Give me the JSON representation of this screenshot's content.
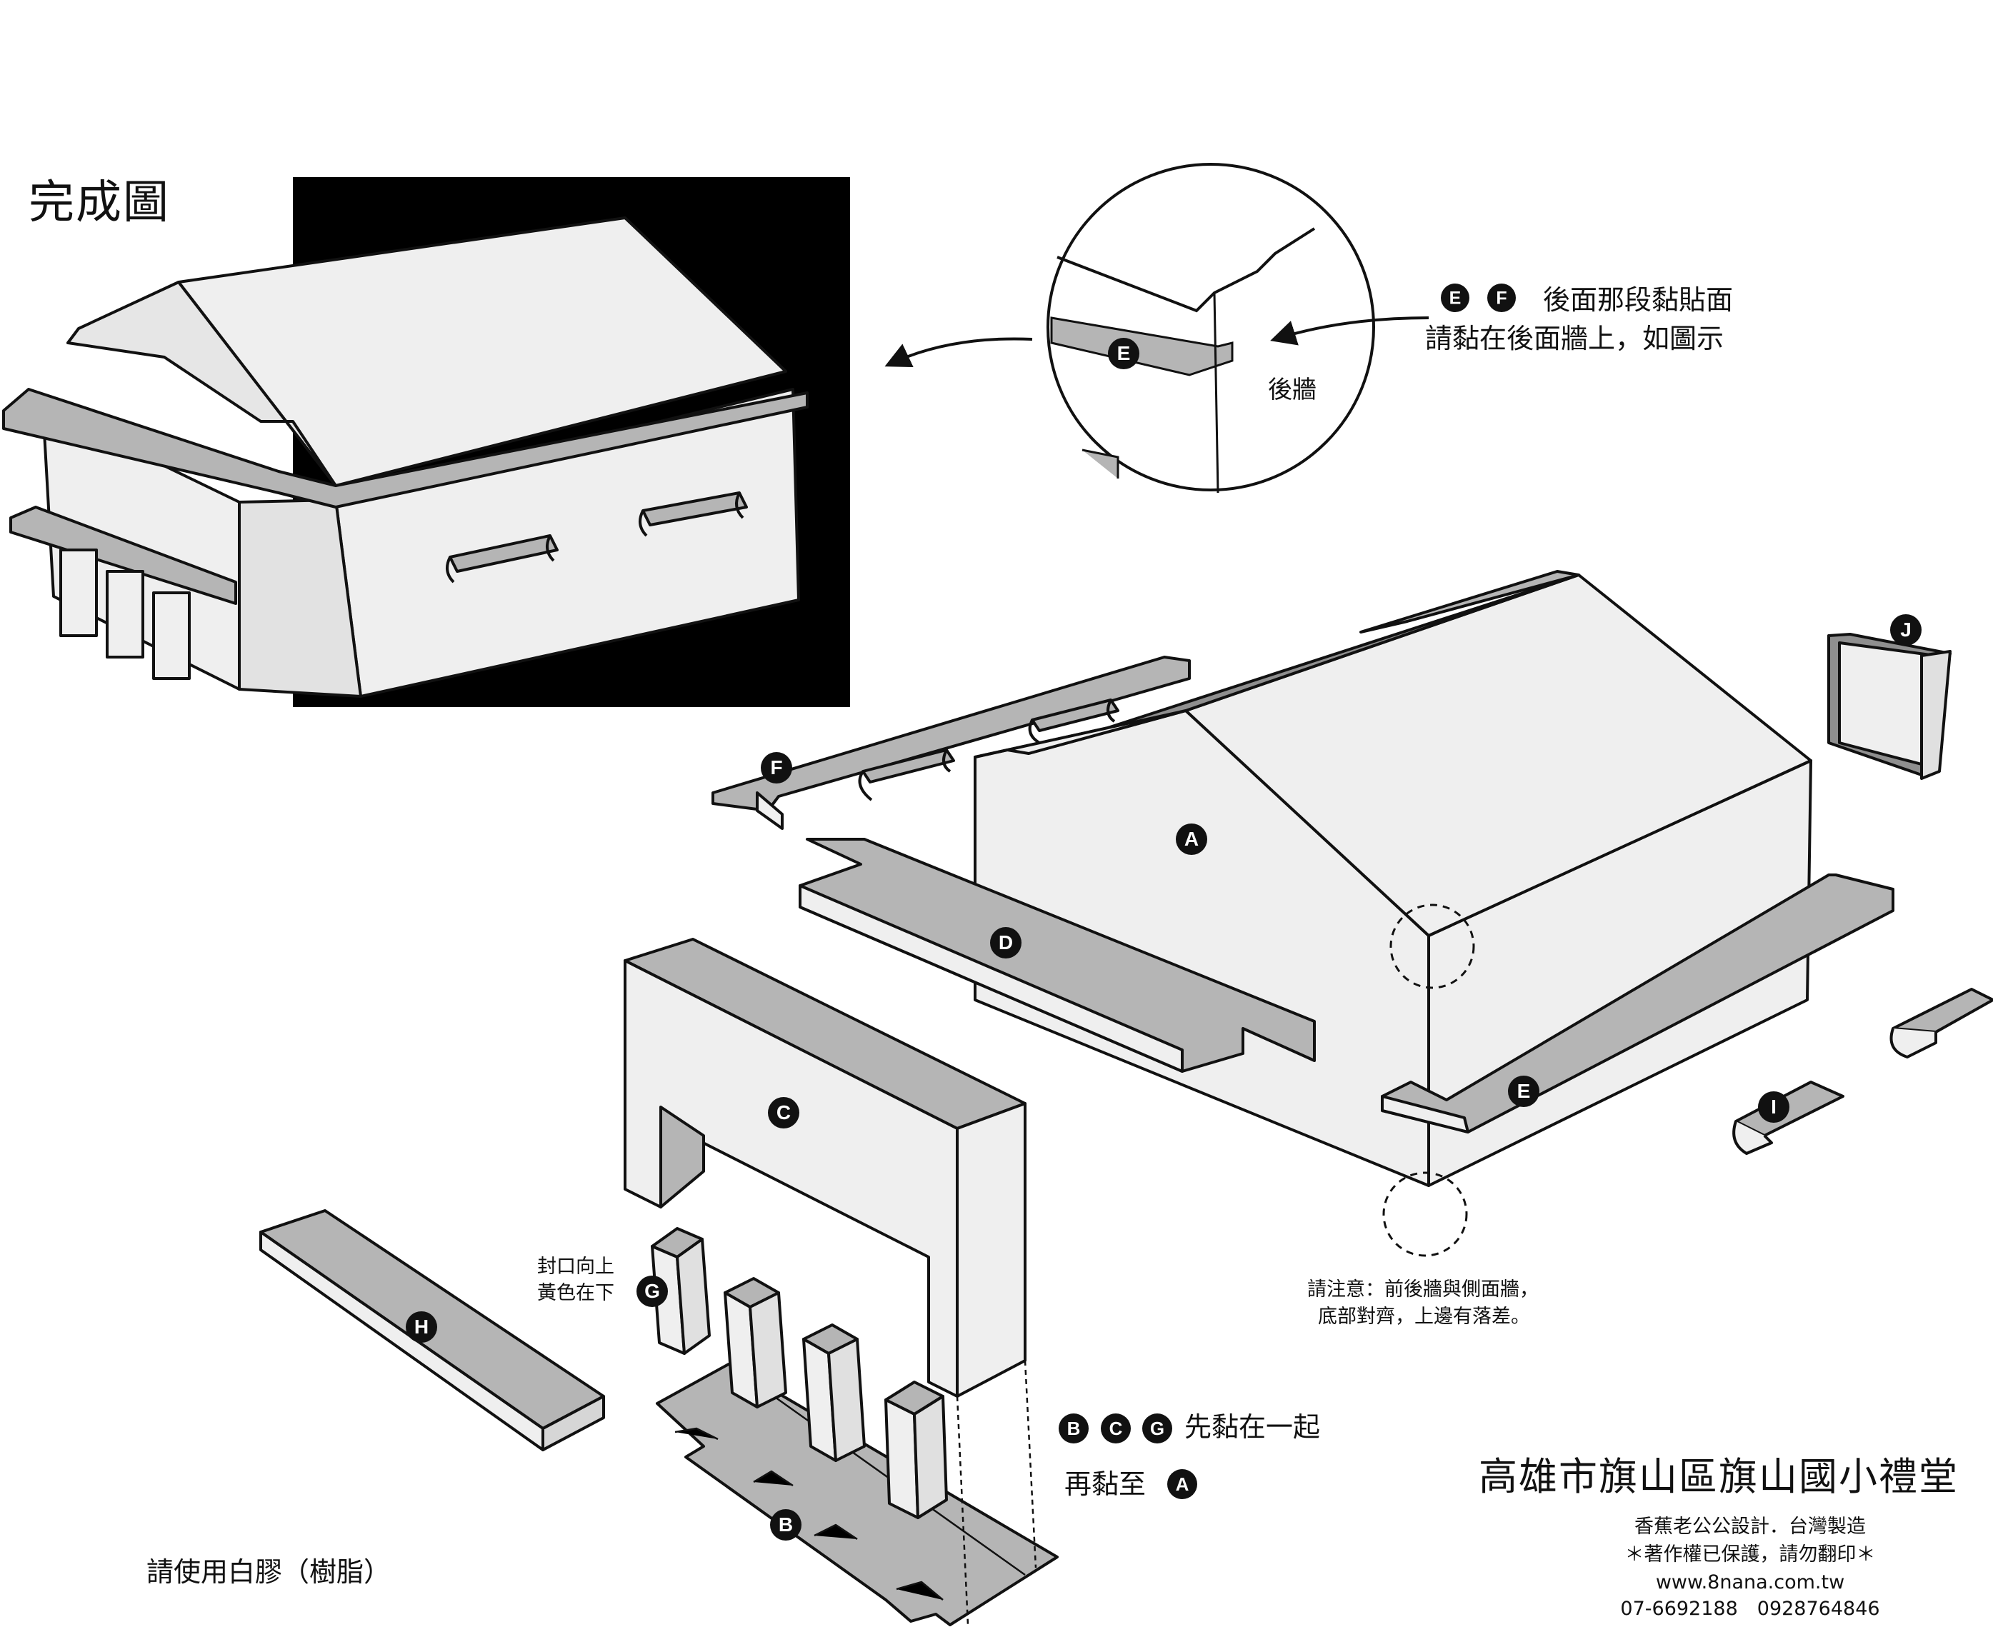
{
  "texts": {
    "finished_title": "完成圖",
    "ef_note_line1": "後面那段黏貼面",
    "ef_note_line2": "請黏在後面牆上，如圖示",
    "rear_wall": "後牆",
    "attention_line1": "請注意：前後牆與側面牆，",
    "attention_line2": "底部對齊，上邊有落差。",
    "g_note_line1": "封口向上",
    "g_note_line2": "黃色在下",
    "bcg_note": "先黏在一起",
    "then_glue": "再黏至",
    "glue_tip": "請使用白膠（樹脂）",
    "building_name": "高雄市旗山區旗山國小禮堂",
    "credit_line1": "香蕉老公公設計．台灣製造",
    "credit_line2": "＊著作權已保護，請勿翻印＊",
    "credit_line3": "www.8nana.com.tw",
    "credit_line4": "07-6692188　0928764846"
  },
  "part_labels": [
    "A",
    "B",
    "C",
    "D",
    "E",
    "F",
    "G",
    "H",
    "I",
    "J"
  ],
  "colors": {
    "outline": "#111111",
    "wall_light": "#efefef",
    "wall_shade": "#d6d6d6",
    "part_gray": "#b5b5b5",
    "dark_gray": "#8f8f8f",
    "background_panel": "#000000"
  }
}
